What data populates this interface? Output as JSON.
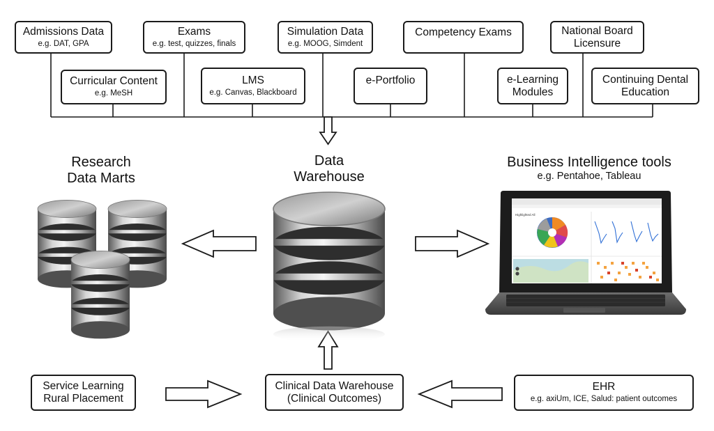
{
  "sources_top": [
    {
      "title": "Admissions Data",
      "sub": "e.g. DAT, GPA"
    },
    {
      "title": "Exams",
      "sub": "e.g. test, quizzes, finals"
    },
    {
      "title": "Simulation Data",
      "sub": "e.g. MOOG, Simdent"
    },
    {
      "title": "Competency Exams",
      "sub": ""
    },
    {
      "title": "National Board",
      "title2": "Licensure",
      "sub": ""
    }
  ],
  "sources_bottom": [
    {
      "title": "Curricular Content",
      "sub": "e.g. MeSH"
    },
    {
      "title": "LMS",
      "sub": "e.g. Canvas, Blackboard"
    },
    {
      "title": "e-Portfolio",
      "sub": ""
    },
    {
      "title": "e-Learning",
      "title2": "Modules",
      "sub": ""
    },
    {
      "title": "Continuing Dental",
      "title2": "Education",
      "sub": ""
    }
  ],
  "warehouse": {
    "line1": "Data",
    "line2": "Warehouse"
  },
  "research": {
    "line1": "Research",
    "line2": "Data Marts"
  },
  "bi": {
    "title": "Business Intelligence tools",
    "sub": "e.g. Pentahoe, Tableau"
  },
  "laptop_screen": {
    "heading": "Highlighted All"
  },
  "bottom": {
    "service": {
      "line1": "Service Learning",
      "line2": "Rural Placement"
    },
    "clinical": {
      "line1": "Clinical Data Warehouse",
      "line2": "(Clinical Outcomes)"
    },
    "ehr": {
      "title": "EHR",
      "sub": "e.g. axiUm, ICE, Salud: patient outcomes"
    }
  }
}
